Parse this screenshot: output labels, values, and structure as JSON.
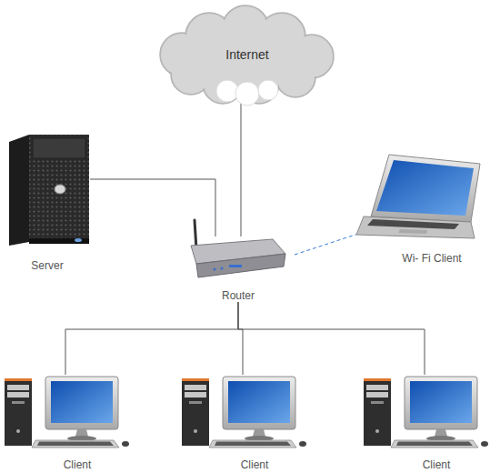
{
  "diagram": {
    "nodes": [
      {
        "text": [
          "Internet"
        ]
      },
      {
        "text": [
          "Server"
        ]
      },
      {
        "text": [
          "Router"
        ]
      },
      {
        "text": [
          "Wi- Fi Client"
        ]
      },
      {
        "text": [
          "Client"
        ]
      },
      {
        "text": [
          "Client"
        ]
      },
      {
        "text": [
          "Client"
        ]
      }
    ],
    "edges": [
      {
        "from": 0,
        "to": 2,
        "arrow": "none"
      },
      {
        "from": 1,
        "to": 2,
        "arrow": "none"
      },
      {
        "from": 2,
        "to": 3,
        "arrow": "none"
      },
      {
        "from": 2,
        "to": 4,
        "arrow": "none"
      },
      {
        "from": 2,
        "to": 5,
        "arrow": "none"
      },
      {
        "from": 2,
        "to": 6,
        "arrow": "none"
      }
    ]
  }
}
